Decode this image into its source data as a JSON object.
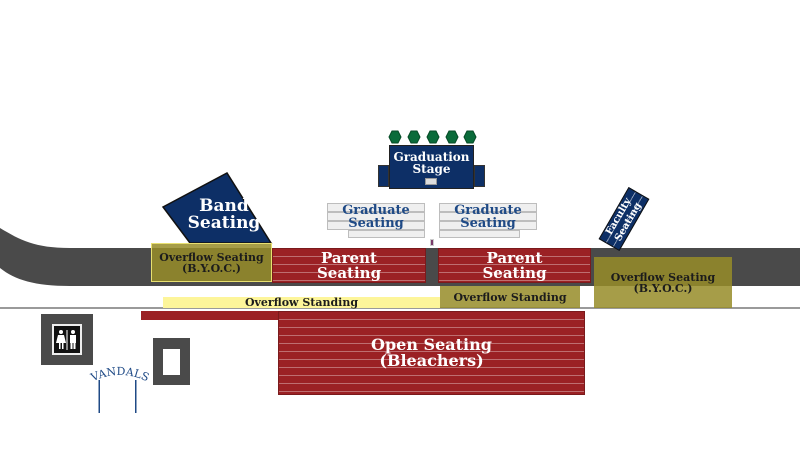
{
  "colors": {
    "road": "#4a4a4a",
    "seating_red": "#9b2124",
    "overflow_olive": "#9c9430",
    "standing_yellow": "#fdf59a",
    "navy": "#0d2f66",
    "plant_green": "#0a6b3a",
    "text_blue": "#1f4a86"
  },
  "stage": {
    "label_line1": "Graduation",
    "label_line2": "Stage"
  },
  "band": {
    "line1": "Band",
    "line2": "Seating"
  },
  "graduate_left": {
    "line1": "Graduate",
    "line2": "Seating"
  },
  "graduate_right": {
    "line1": "Graduate",
    "line2": "Seating"
  },
  "faculty": {
    "line1": "Faculty",
    "line2": "Seating"
  },
  "overflow_seating_left": {
    "line1": "Overflow Seating",
    "line2": "(B.Y.O.C.)"
  },
  "overflow_seating_right": {
    "line1": "Overflow Seating",
    "line2": "(B.Y.O.C.)"
  },
  "parent_left": {
    "line1": "Parent",
    "line2": "Seating"
  },
  "parent_right": {
    "line1": "Parent",
    "line2": "Seating"
  },
  "overflow_standing_left": "Overflow Standing",
  "overflow_standing_right": "Overflow Standing",
  "bleachers": {
    "line1": "Open Seating",
    "line2": "(Bleachers)"
  },
  "sign": "VANDALS",
  "icons": [
    "restroom-icon",
    "plant-icon"
  ]
}
